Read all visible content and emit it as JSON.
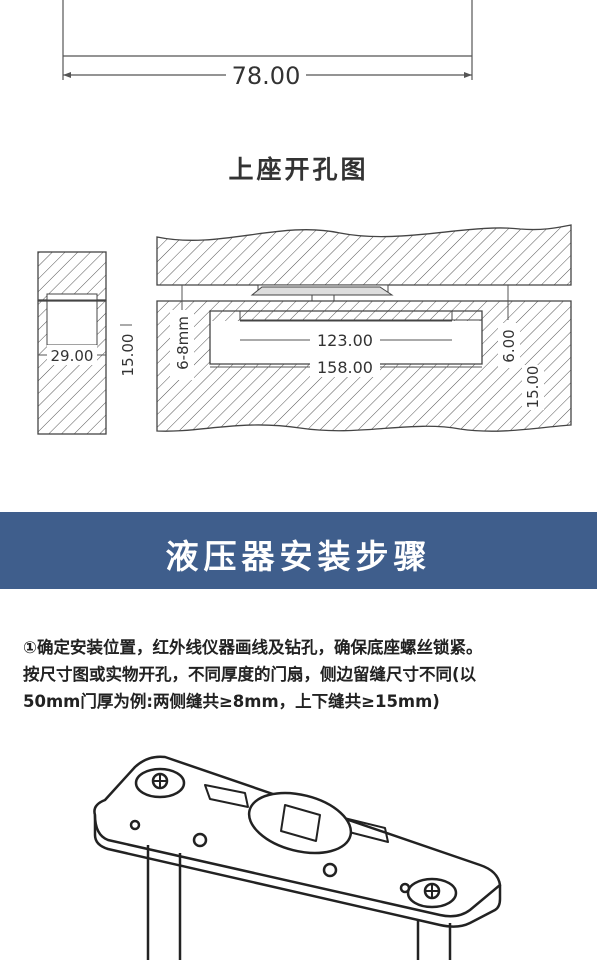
{
  "top_drawing": {
    "dimension_label": "78.00"
  },
  "section": {
    "title": "上座开孔图"
  },
  "hole_drawing": {
    "left_width_label": "29.00",
    "left_depth_label": "15.00",
    "depth_range_label": "6-8mm",
    "inner_length_label": "123.00",
    "outer_length_label": "158.00",
    "right_offset_label": "6.00",
    "right_depth_label": "15.00"
  },
  "banner": {
    "title": "液压器安装步骤"
  },
  "step1": {
    "line1": "①确定安装位置，红外线仪器画线及钻孔，确保底座螺丝锁紧。",
    "line2": "按尺寸图或实物开孔，不同厚度的门扇，侧边留缝尺寸不同(以",
    "line3": "50mm门厚为例:两侧缝共≥8mm，上下缝共≥15mm)"
  },
  "colors": {
    "banner_bg": "#3f5e8c",
    "line": "#555555"
  }
}
